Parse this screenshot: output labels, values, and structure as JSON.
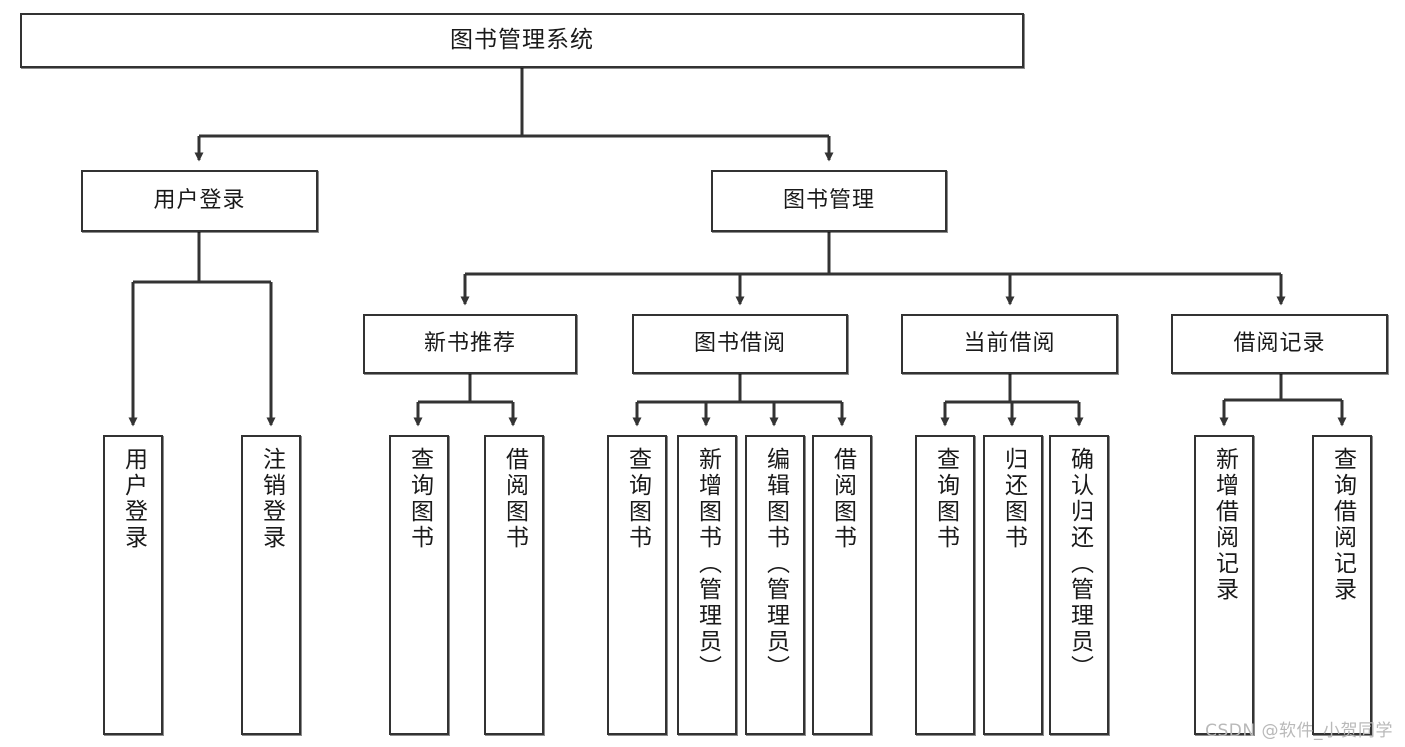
{
  "diagram": {
    "type": "tree",
    "title": "图书管理系统",
    "watermark": "CSDN @软件_小贺同学",
    "colors": {
      "stroke": "#333333",
      "fill": "#ffffff",
      "text": "#1a1a1a",
      "watermark": "#b9b9b9"
    },
    "nodes": {
      "root": {
        "label": "图书管理系统"
      },
      "level1": [
        {
          "label": "用户登录"
        },
        {
          "label": "图书管理"
        }
      ],
      "level2": [
        {
          "label": "新书推荐"
        },
        {
          "label": "图书借阅"
        },
        {
          "label": "当前借阅"
        },
        {
          "label": "借阅记录"
        }
      ],
      "leaves_user_login": [
        {
          "label": "用户登录"
        },
        {
          "label": "注销登录"
        }
      ],
      "leaves_new_book": [
        {
          "label": "查询图书"
        },
        {
          "label": "借阅图书"
        }
      ],
      "leaves_borrow": [
        {
          "label": "查询图书"
        },
        {
          "label": "新增图书（管理员）"
        },
        {
          "label": "编辑图书（管理员）"
        },
        {
          "label": "借阅图书"
        }
      ],
      "leaves_current": [
        {
          "label": "查询图书"
        },
        {
          "label": "归还图书"
        },
        {
          "label": "确认归还（管理员）"
        }
      ],
      "leaves_record": [
        {
          "label": "新增借阅记录"
        },
        {
          "label": "查询借阅记录"
        }
      ]
    }
  }
}
